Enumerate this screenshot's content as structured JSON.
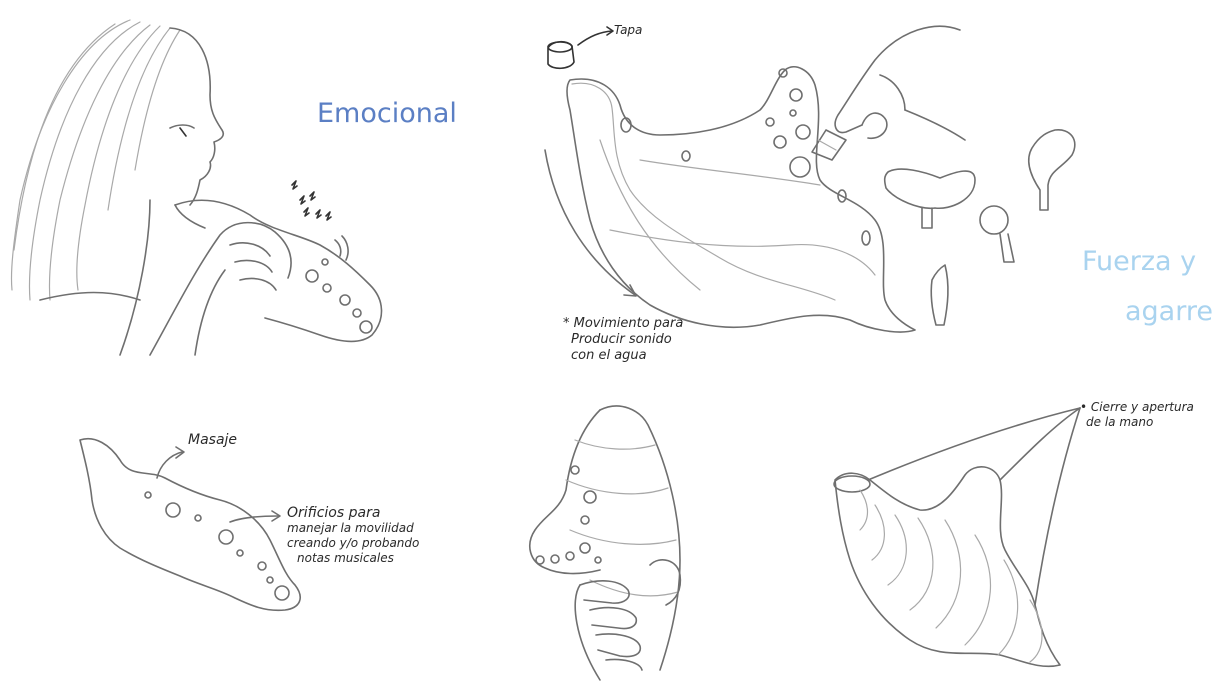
{
  "labels": {
    "emocional": "Emocional",
    "fuerza_line1": "Fuerza y",
    "fuerza_line2": "agarre",
    "tapa": "Tapa",
    "movimiento": [
      "* Movimiento para",
      "Producir sonido",
      "con el agua"
    ],
    "masaje": "Masaje",
    "orificios": [
      "Orificios para",
      "manejar la movilidad",
      "creando y/o probando",
      "notas musicales"
    ],
    "cierre": [
      "• Cierre y apertura",
      "de la mano"
    ]
  },
  "colors": {
    "emocional": "#5b7fc4",
    "fuerza": "#a9d3ef",
    "pencil": "#6f6f6f"
  }
}
